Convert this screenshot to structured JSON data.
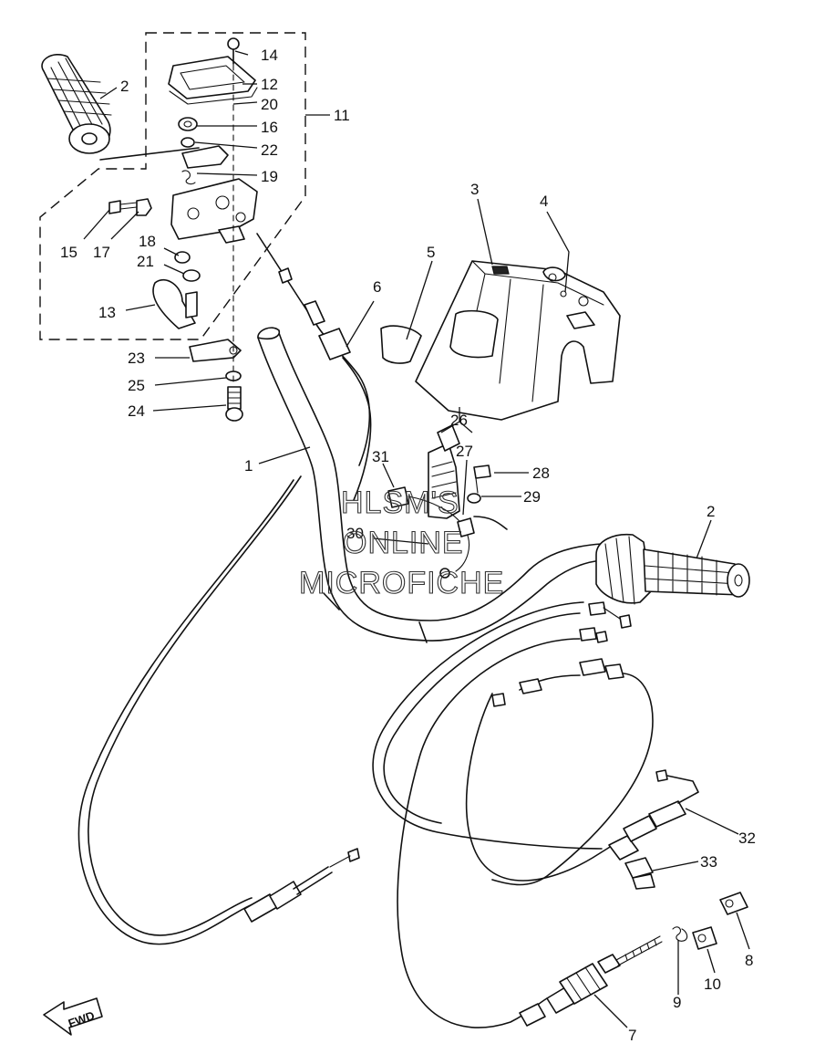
{
  "watermark": {
    "line1": "HLSM'S",
    "line2": "ONLINE",
    "line3": "MICROFICHE"
  },
  "fwd_label": "FWD",
  "callouts": [
    "1",
    "2",
    "2",
    "3",
    "4",
    "5",
    "6",
    "7",
    "8",
    "9",
    "10",
    "11",
    "12",
    "13",
    "14",
    "15",
    "16",
    "17",
    "18",
    "19",
    "20",
    "21",
    "22",
    "23",
    "24",
    "25",
    "26",
    "27",
    "28",
    "29",
    "30",
    "31",
    "32",
    "33"
  ]
}
